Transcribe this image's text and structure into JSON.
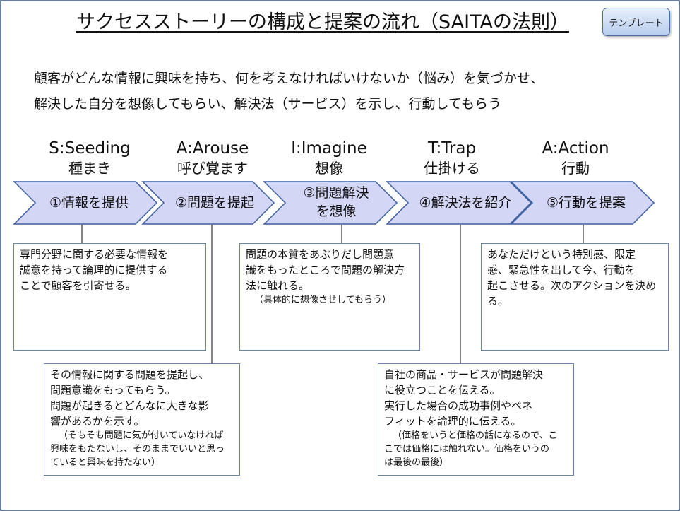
{
  "title": "サクセスストーリーの構成と提案の流れ（SAITAの法則）",
  "template_button": "テンプレート",
  "intro": [
    "顧客がどんな情報に興味を持ち、何を考えなければいけないか（悩み）を気づかせ、",
    "解決した自分を想像してもらい、解決法（サービス）を示し、行動してもらう"
  ],
  "colors": {
    "arrow_fill": "#d4d6f6",
    "arrow_border": "#3a5f9f",
    "box_border": "#6a86a8",
    "frame_border": "#6b7f99"
  },
  "stages": [
    {
      "en": "S:Seeding",
      "jp": "種まき",
      "arrow": [
        "①情報を提供"
      ],
      "description": [
        "専門分野に関する必要な情報を",
        "誠意を持って論理的に提供する",
        "ことで顧客を引寄せる。"
      ],
      "note": []
    },
    {
      "en": "A:Arouse",
      "jp": "呼び覚ます",
      "arrow": [
        "②問題を提起"
      ],
      "description": [
        "その情報に関する問題を提起し、",
        "問題意識をもってもらう。",
        "問題が起きるとどんなに大きな影",
        "響があるかを示す。"
      ],
      "note": [
        "（そもそも問題に気が付いていなければ",
        "興味をもたないし、そのままでいいと思っ",
        "ていると興味を持たない）"
      ]
    },
    {
      "en": "I:Imagine",
      "jp": "想像",
      "arrow": [
        "③問題解決",
        "を想像"
      ],
      "description": [
        "問題の本質をあぶりだし問題意",
        "識をもったところで問題の解決方",
        "法に触れる。"
      ],
      "note": [
        "（具体的に想像させしてもらう）"
      ]
    },
    {
      "en": "T:Trap",
      "jp": "仕掛ける",
      "arrow": [
        "④解決法を紹介"
      ],
      "description": [
        "自社の商品・サービスが問題解決",
        "に役立つことを伝える。",
        "実行した場合の成功事例やベネ",
        "フィットを論理的に伝える。"
      ],
      "note": [
        "（価格をいうと価格の話になるので、こ",
        "こでは価格には触れない。価格をいうの",
        "は最後の最後）"
      ]
    },
    {
      "en": "A:Action",
      "jp": "行動",
      "arrow": [
        "⑤行動を提案"
      ],
      "description": [
        "あなただけという特別感、限定",
        "感、緊急性を出して今、行動を",
        "起こさせる。次のアクションを決め",
        "る。"
      ],
      "note": []
    }
  ]
}
